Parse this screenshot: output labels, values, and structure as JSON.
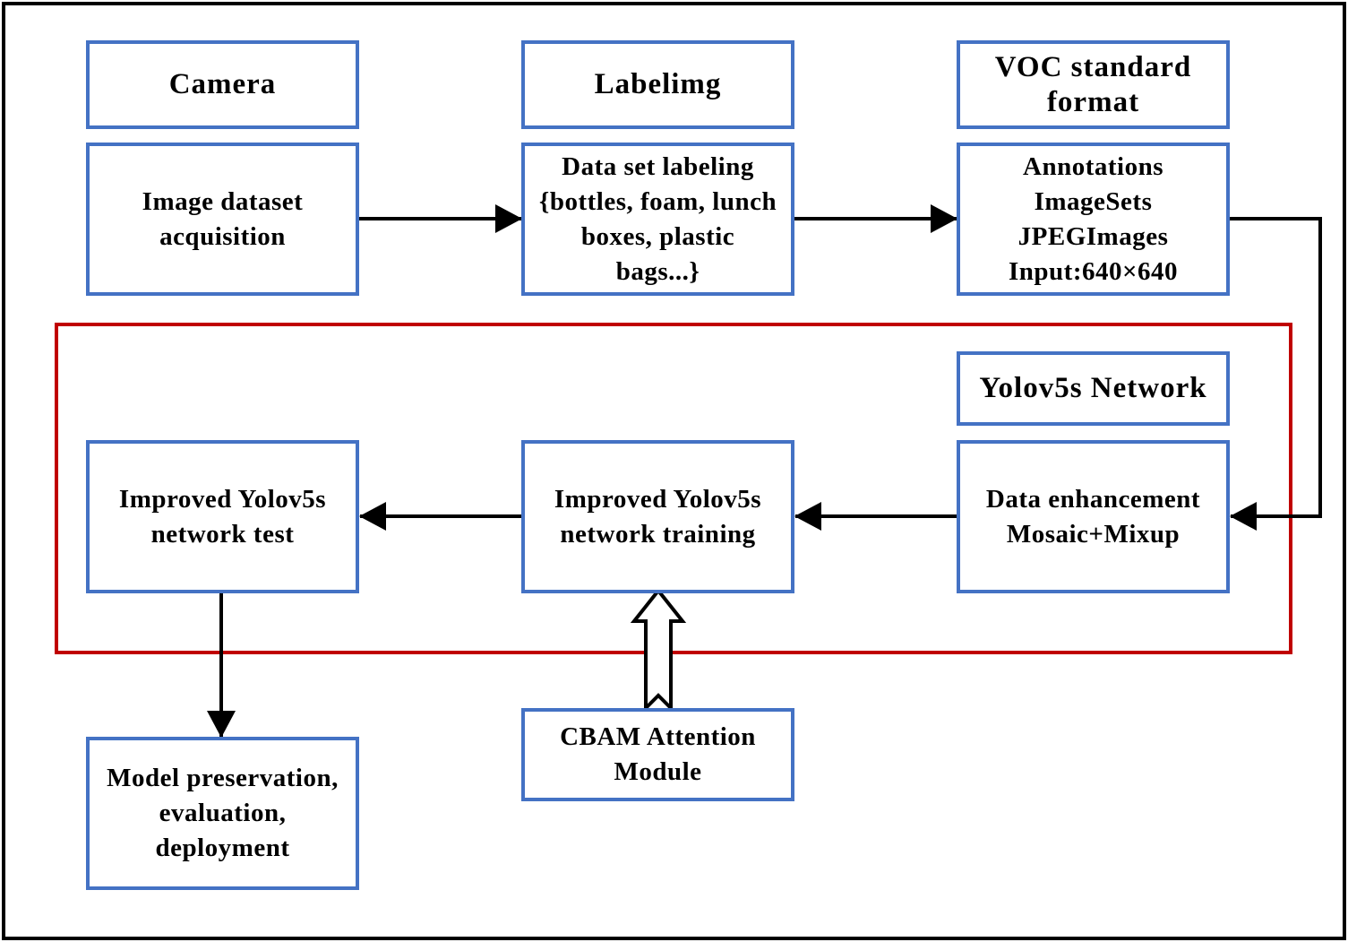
{
  "colors": {
    "frame": "#000000",
    "node_border": "#4472c4",
    "group_border": "#c00000",
    "arrow": "#000000"
  },
  "nodes": {
    "camera": {
      "lines": [
        "Camera"
      ]
    },
    "labelimg": {
      "lines": [
        "Labelimg"
      ]
    },
    "voc_format": {
      "lines": [
        "VOC standard",
        "format"
      ]
    },
    "acquisition": {
      "lines": [
        "Image dataset",
        "acquisition"
      ]
    },
    "labeling": {
      "lines": [
        "Data set labeling",
        "{bottles, foam, lunch",
        "boxes, plastic",
        "bags...}"
      ]
    },
    "voc_contents": {
      "lines": [
        "Annotations",
        "ImageSets",
        "JPEGImages",
        "Input:640×640"
      ]
    },
    "yolov5s_network": {
      "lines": [
        "Yolov5s Network"
      ]
    },
    "enhancement": {
      "lines": [
        "Data enhancement",
        "Mosaic+Mixup"
      ]
    },
    "training": {
      "lines": [
        "Improved Yolov5s",
        "network training"
      ]
    },
    "test": {
      "lines": [
        "Improved Yolov5s",
        "network test"
      ]
    },
    "preservation": {
      "lines": [
        "Model preservation,",
        "evaluation,",
        "deployment"
      ]
    },
    "cbam": {
      "lines": [
        "CBAM Attention",
        "Module"
      ]
    }
  },
  "edges": [
    {
      "from": "acquisition",
      "to": "labeling"
    },
    {
      "from": "labeling",
      "to": "voc_contents"
    },
    {
      "from": "voc_contents",
      "to": "enhancement"
    },
    {
      "from": "enhancement",
      "to": "training"
    },
    {
      "from": "training",
      "to": "test"
    },
    {
      "from": "test",
      "to": "preservation"
    },
    {
      "from": "cbam",
      "to": "training",
      "style": "hollow"
    }
  ]
}
